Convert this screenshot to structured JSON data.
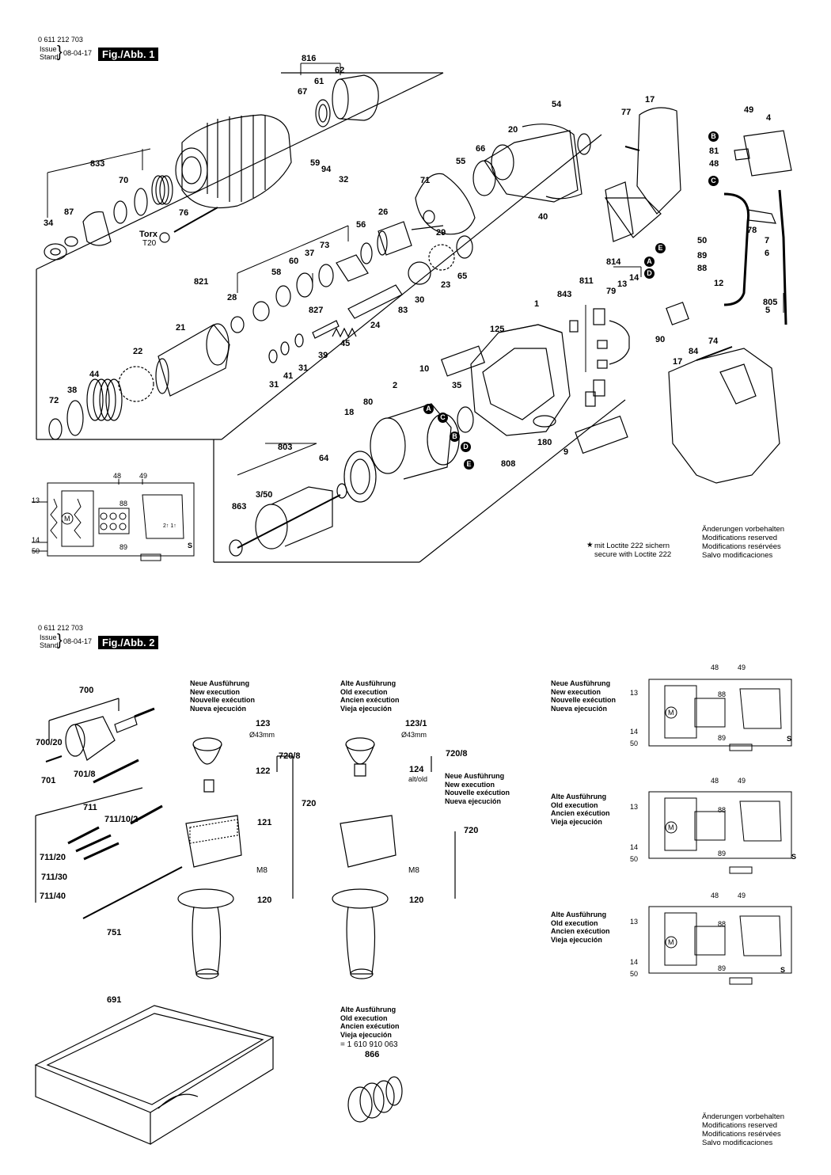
{
  "page1": {
    "doc_number": "0 611 212 703",
    "issue_label": "Issue",
    "stand_label": "Stand",
    "date": "08-04-17",
    "fig_label": "Fig./Abb. 1",
    "callouts": [
      "816",
      "62",
      "61",
      "67",
      "54",
      "17",
      "77",
      "49",
      "4",
      "20",
      "59",
      "94",
      "66",
      "833",
      "70",
      "32",
      "55",
      "71",
      "81",
      "48",
      "34",
      "87",
      "76",
      "26",
      "56",
      "29",
      "40",
      "78",
      "7",
      "Torx",
      "T20",
      "73",
      "37",
      "60",
      "58",
      "821",
      "28",
      "21",
      "22",
      "44",
      "38",
      "72",
      "814",
      "50",
      "89",
      "88",
      "811",
      "13",
      "14",
      "843",
      "79",
      "12",
      "805",
      "5",
      "6",
      "30",
      "23",
      "65",
      "83",
      "24",
      "45",
      "39",
      "41",
      "31",
      "31",
      "1",
      "125",
      "10",
      "90",
      "84",
      "74",
      "17",
      "2",
      "80",
      "18",
      "35",
      "803",
      "64",
      "3/50",
      "863",
      "180",
      "808",
      "9",
      "827"
    ],
    "letter_markers": [
      "A",
      "B",
      "C",
      "D",
      "E"
    ],
    "wiring": {
      "top_left": "48",
      "top_mid": "49",
      "left_13": "13",
      "right_88": "88",
      "left_14": "14",
      "right_89": "89",
      "left_50": "50",
      "switch_s": "S",
      "motor": "M",
      "switch_marks": "2↑ 1↑"
    },
    "loctite_line1": "mit Loctite 222 sichern",
    "loctite_line2": "secure with Loctite 222",
    "modifications": [
      "Änderungen vorbehalten",
      "Modifications reserved",
      "Modifications resérvées",
      "Salvo modificaciones"
    ]
  },
  "page2": {
    "doc_number": "0 611 212 703",
    "issue_label": "Issue",
    "stand_label": "Stand",
    "date": "08-04-17",
    "fig_label": "Fig./Abb. 2",
    "new_exec": [
      "Neue Ausführung",
      "New execution",
      "Nouvelle exécution",
      "Nueva ejecución"
    ],
    "old_exec": [
      "Alte Ausführung",
      "Old execution",
      "Ancien exécution",
      "Vieja ejecución"
    ],
    "chuck": {
      "c700": "700",
      "c700_20": "700/20",
      "c701_8": "701/8",
      "c701": "701"
    },
    "bits": {
      "c711": "711",
      "c711_10_2": "711/10/2",
      "c711_20": "711/20",
      "c711_30": "711/30",
      "c711_40": "711/40",
      "c751": "751"
    },
    "handle_new": {
      "c123": "123",
      "dia": "Ø43mm",
      "c122": "122",
      "c720_8": "720/8",
      "c720": "720",
      "c121": "121",
      "m8": "M8",
      "c120": "120"
    },
    "handle_old": {
      "c123_1": "123/1",
      "dia": "Ø43mm",
      "c720_8": "720/8",
      "c124": "124",
      "altold": "alt/old",
      "c720": "720",
      "m8": "M8",
      "c120": "120"
    },
    "case": {
      "c691": "691"
    },
    "old_part_ref": "= 1 610 910 063",
    "c866": "866",
    "wiring": {
      "c48": "48",
      "c49": "49",
      "c13": "13",
      "c88": "88",
      "c14": "14",
      "c89": "89",
      "c50": "50",
      "s": "S",
      "m": "M"
    },
    "modifications": [
      "Änderungen vorbehalten",
      "Modifications reserved",
      "Modifications resérvées",
      "Salvo modificaciones"
    ]
  }
}
